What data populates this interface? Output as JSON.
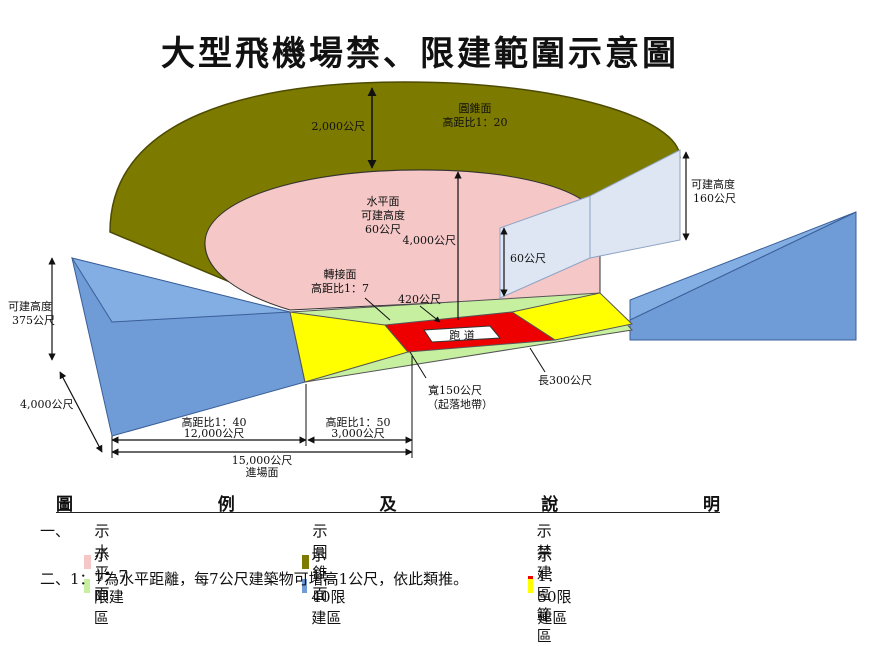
{
  "title": "大型飛機場禁、限建範圍示意圖",
  "labels": {
    "conical_name": "圓錐面",
    "conical_ratio": "高距比1：20",
    "conical_width": "2,000公尺",
    "horizontal_1": "水平面",
    "horizontal_2": "可建高度",
    "horizontal_3": "60公尺",
    "radius": "4,000公尺",
    "side_height": "60公尺",
    "right_height_1": "可建高度",
    "right_height_2": "160公尺",
    "transition_1": "轉接面",
    "transition_2": "高距比1：7",
    "dist_420": "420公尺",
    "runway": "跑 道",
    "left_height_1": "可建高度",
    "left_height_2": "375公尺",
    "width_4000": "4,000公尺",
    "width_150_1": "寬150公尺",
    "width_150_2": "（起落地帶）",
    "length_300": "長300公尺",
    "ratio_40": "高距比1：40",
    "dist_12000": "12,000公尺",
    "ratio_50": "高距比1：50",
    "dist_3000": "3,000公尺",
    "dist_15000": "15,000公尺",
    "approach": "進場面"
  },
  "legend": {
    "head": [
      "圖",
      "例",
      "及",
      "說",
      "明"
    ],
    "item1_num": "一、",
    "horizontal_label": "示水平面",
    "conical_label": "示圓錐面",
    "no_build_label": "示禁建區範區",
    "ratio7_label": "示1：7限建區",
    "ratio40_label": "示1：40限建區",
    "ratio50_label": "示1：50限建區",
    "note": "二、1：7為水平距離，每7公尺建築物可增高1公尺，依此類推。"
  },
  "colors": {
    "conical": "#7d7a00",
    "horizontal": "#f5c7c7",
    "no_build": "#ee0000",
    "ratio7": "#c6f0a0",
    "ratio40": "#6f9bd6",
    "ratio50": "#ffff00",
    "transition_wall": "#dde6f2"
  }
}
